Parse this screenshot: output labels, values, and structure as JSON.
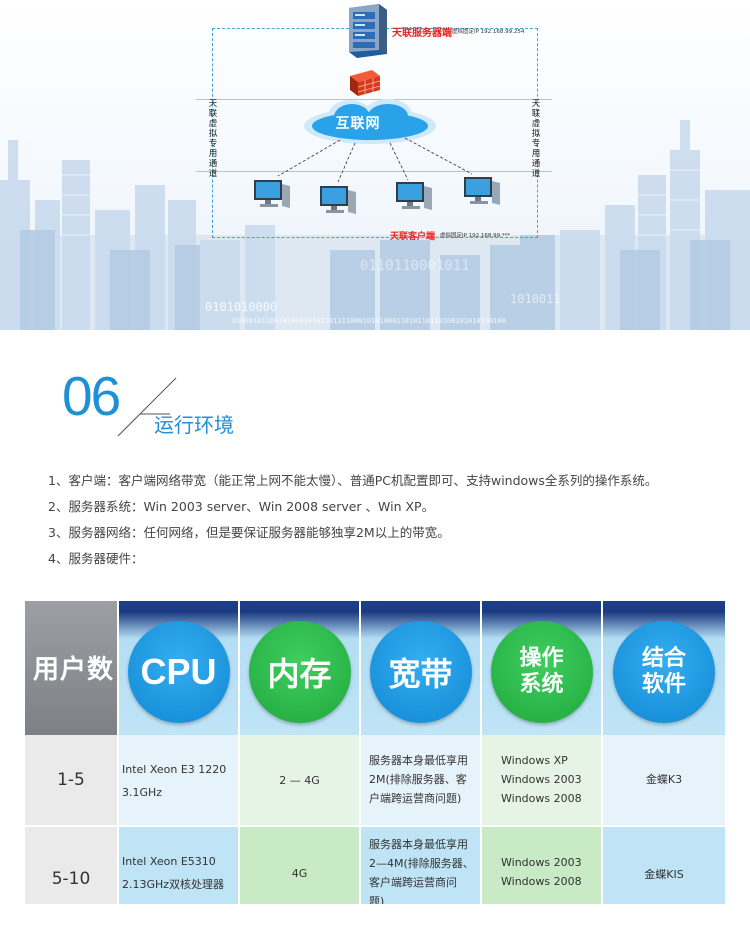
{
  "diagram": {
    "server_label": "天联服务器端",
    "server_ip": "虚拟固定IP 192.168.99.254",
    "client_label": "天联客户端",
    "client_ip": "虚拟固定IP 192.168.99.***",
    "internet_label": "互联网",
    "vpn_channel_label": "天联虚拟专用通道",
    "binary_1": "0101010000",
    "binary_2": "01000101100101000101011011110001010100011010110110100101010100100",
    "binary_3": "0110110001011",
    "binary_4": "1010011"
  },
  "section": {
    "number": "06",
    "title": "运行环境"
  },
  "requirements": [
    "1、客户端：客户端网络带宽（能正常上网不能太慢）、普通PC机配置即可、支持windows全系列的操作系统。",
    "2、服务器系统：Win 2003 server、Win 2008 server 、Win XP。",
    "3、服务器网络：任何网络，但是要保证服务器能够独享2M以上的带宽。",
    "4、服务器硬件："
  ],
  "table": {
    "headers": {
      "users": "用户数",
      "cpu": "CPU",
      "memory": "内存",
      "bandwidth": "宽带",
      "os_line1": "操作",
      "os_line2": "系统",
      "software_line1": "结合",
      "software_line2": "软件"
    },
    "rows": [
      {
        "users": "1-5",
        "cpu_line1": "Intel Xeon E3 1220",
        "cpu_line2": "3.1GHz",
        "memory": "2 — 4G",
        "bandwidth_line1": "服务器本身最低享用",
        "bandwidth_line2": "2M(排除服务器、客",
        "bandwidth_line3": "户端跨运营商问题)",
        "os_line1": "Windows XP",
        "os_line2": "Windows 2003",
        "os_line3": "Windows 2008",
        "software": "金蝶K3"
      },
      {
        "users": "5-10",
        "cpu_line1": "Intel Xeon E5310",
        "cpu_line2": "2.13GHz双核处理器",
        "memory": "4G",
        "bandwidth_line1": "服务器本身最低享用",
        "bandwidth_line2": "2—4M(排除服务器、",
        "bandwidth_line3": "客户端跨运营商问",
        "bandwidth_line4": "题)",
        "os_line1": "Windows 2003",
        "os_line2": "Windows 2008",
        "software": "金蝶KIS"
      }
    ]
  },
  "colors": {
    "accent_blue": "#1f8fd8",
    "accent_green": "#20a83c",
    "server_red": "#e8231e",
    "header_navy": "#1b3a80"
  }
}
